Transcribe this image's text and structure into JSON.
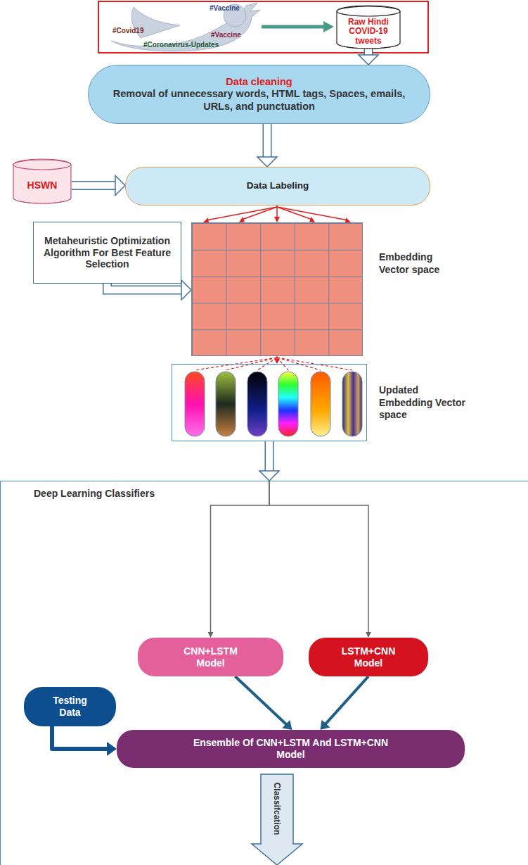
{
  "diagram": {
    "nodes": [
      {
        "text": [
          "Raw Hindi COVID-19 tweets"
        ]
      },
      {
        "text": [
          "Data cleaning",
          "Removal of unnecessary words, HTML tags, Spaces, emails, URLs, and punctuation"
        ]
      },
      {
        "text": [
          "HSWN"
        ]
      },
      {
        "text": [
          "Data Labeling"
        ]
      },
      {
        "text": [
          "Metaheuristic Optimization Algorithm For Best Feature Selection"
        ]
      },
      {
        "text": [
          "Embedding Vector space"
        ]
      },
      {
        "text": [
          "Updated Embedding Vector space"
        ]
      },
      {
        "text": [
          "Deep Learning Classifiers"
        ]
      },
      {
        "text": [
          "CNN+LSTM Model"
        ],
        "in": 7
      },
      {
        "text": [
          "LSTM+CNN Model"
        ],
        "in": 7
      },
      {
        "text": [
          "Testing Data"
        ],
        "in": 7
      },
      {
        "text": [
          "Ensemble Of CNN+LSTM And LSTM+CNN Model"
        ],
        "in": 7
      },
      {
        "text": [
          "Classifcation"
        ],
        "in": 7
      }
    ],
    "edges": [
      {
        "from": 0,
        "to": 1,
        "arrow": "to"
      },
      {
        "from": 1,
        "to": 3,
        "arrow": "to"
      },
      {
        "from": 2,
        "to": 3,
        "arrow": "to"
      },
      {
        "from": 3,
        "to": 5,
        "arrow": "to"
      },
      {
        "from": 4,
        "to": 5,
        "arrow": "to"
      },
      {
        "from": 5,
        "to": 6,
        "arrow": "to"
      },
      {
        "from": 6,
        "to": 7,
        "arrow": "to"
      },
      {
        "from": 7,
        "to": 8,
        "arrow": "to"
      },
      {
        "from": 7,
        "to": 9,
        "arrow": "to"
      },
      {
        "from": 8,
        "to": 11,
        "arrow": "to"
      },
      {
        "from": 9,
        "to": 11,
        "arrow": "to"
      },
      {
        "from": 10,
        "to": 11,
        "arrow": "to"
      }
    ],
    "labels": [
      "#Vaccine",
      "#Covid19",
      "#Coronavirus-Updates",
      "#Vaccine"
    ]
  }
}
